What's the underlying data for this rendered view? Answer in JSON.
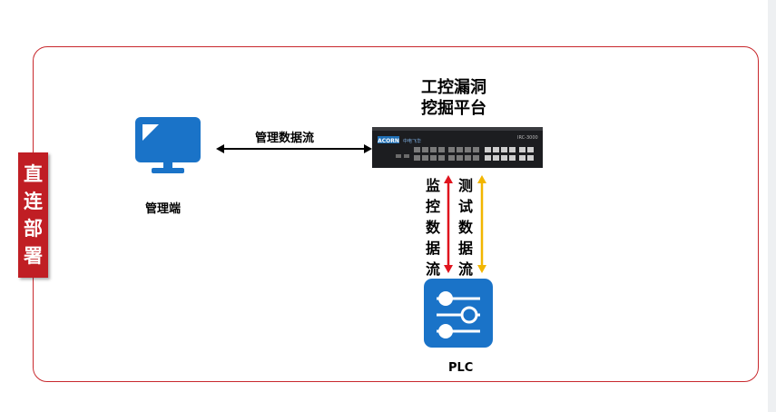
{
  "side_label": [
    "直",
    "连",
    "部",
    "署"
  ],
  "management": {
    "label": "管理端",
    "icon": "monitor-icon"
  },
  "management_flow": {
    "label": "管理数据流"
  },
  "platform": {
    "title_lines": [
      "工控漏洞",
      "挖掘平台"
    ],
    "device_brand": "ACORN",
    "device_sub": "中电飞华",
    "device_model": "IRC-3000"
  },
  "monitor_flow": {
    "label": "监控数据流",
    "color": "#e0141e"
  },
  "test_flow": {
    "label": "测试数据流",
    "color": "#f2b600"
  },
  "plc": {
    "label": "PLC",
    "icon": "sliders-icon",
    "color": "#1a73c8"
  },
  "colors": {
    "frame": "#c8282d",
    "side_label_bg": "#c01e24",
    "icon_blue": "#1a73c8"
  }
}
